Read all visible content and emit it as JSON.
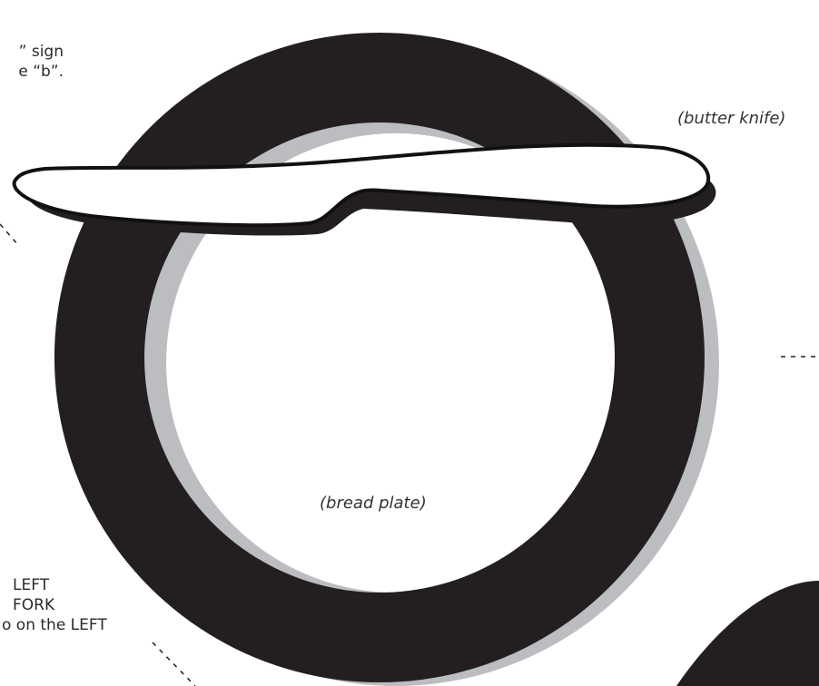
{
  "labels": {
    "butter_knife": "(butter knife)",
    "bread_plate": "(bread plate)"
  },
  "note_top_left": {
    "line1": "” sign",
    "line2": "e “b”."
  },
  "note_bottom_left": {
    "line1": "LEFT",
    "line2": "FORK",
    "line3": "o on the LEFT"
  },
  "colors": {
    "plate": "#231f20",
    "shadow": "#bcbdc0",
    "background": "#ffffff",
    "knife_fill": "#ffffff",
    "knife_outline": "#111111"
  }
}
